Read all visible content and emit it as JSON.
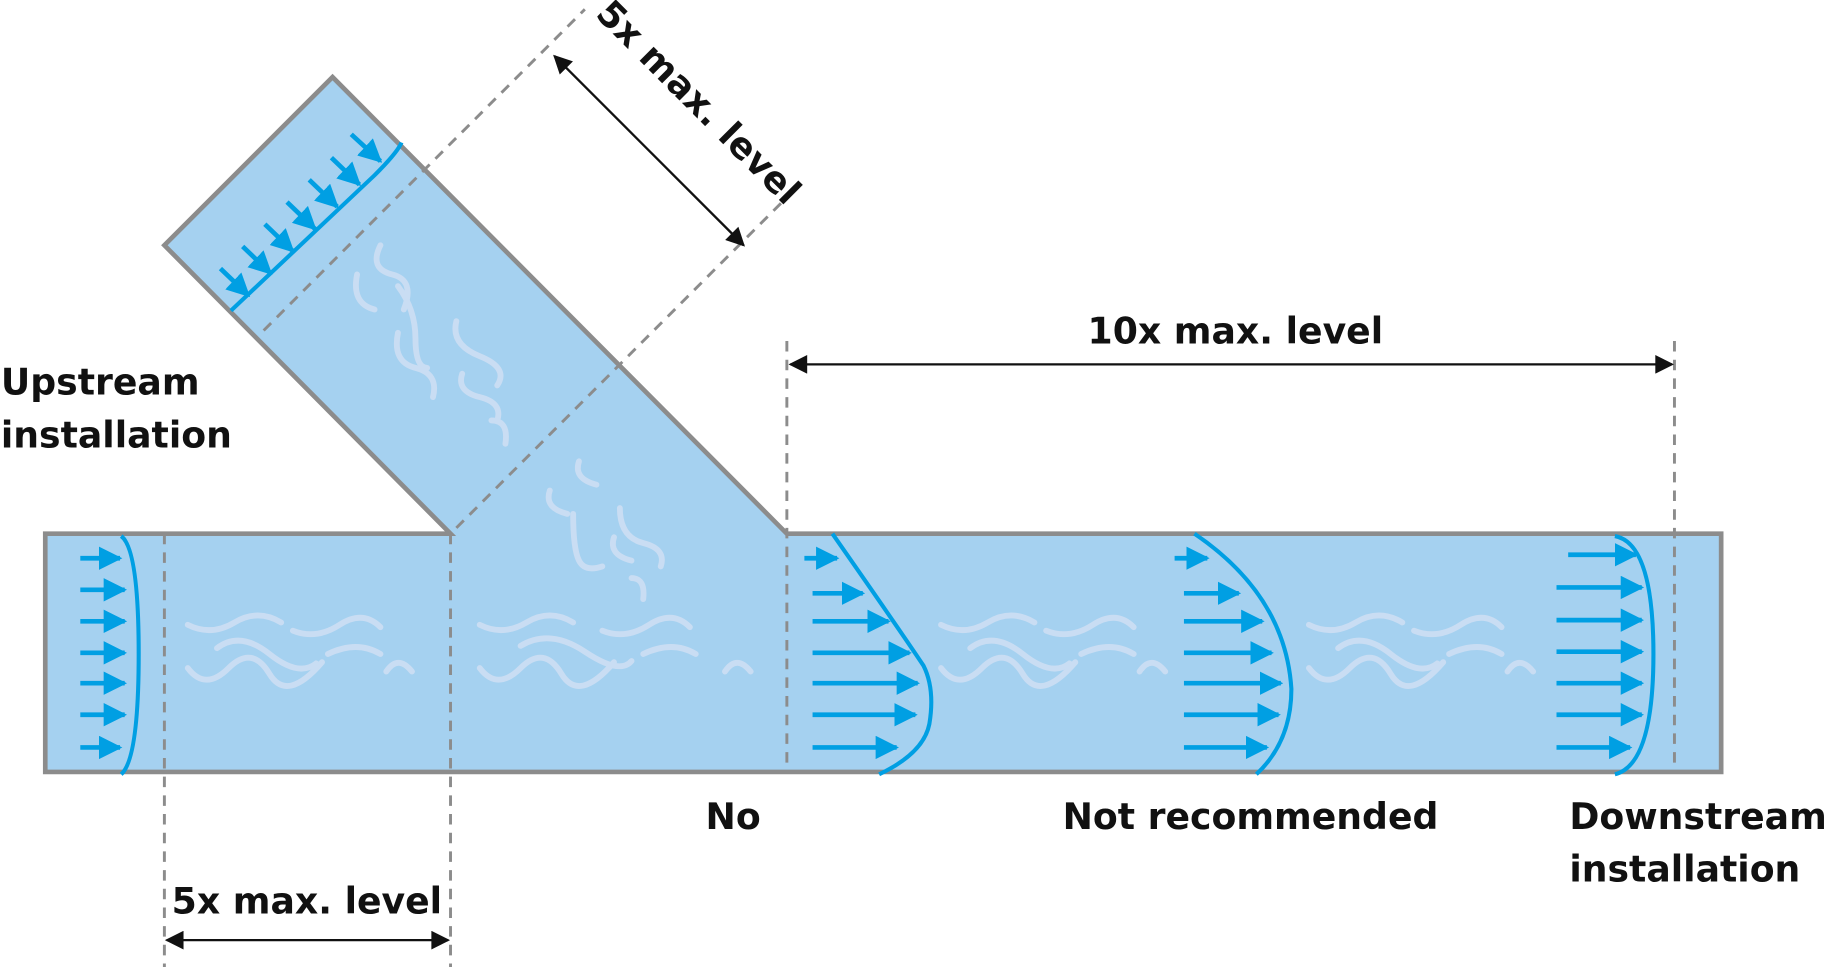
{
  "labels": {
    "upstream_line1": "Upstream",
    "upstream_line2": "installation",
    "branch_distance": "5x max. level",
    "bottom_distance": "5x max. level",
    "downstream_distance": "10x max. level",
    "no": "No",
    "not_recommended": "Not recommended",
    "downstream_line1": "Downstream",
    "downstream_line2": "installation"
  },
  "colors": {
    "water": "#a5d1f0",
    "flow": "#009fe3",
    "pipe_wall": "#8c8c8c",
    "turbulence": "#c9ddf3"
  }
}
